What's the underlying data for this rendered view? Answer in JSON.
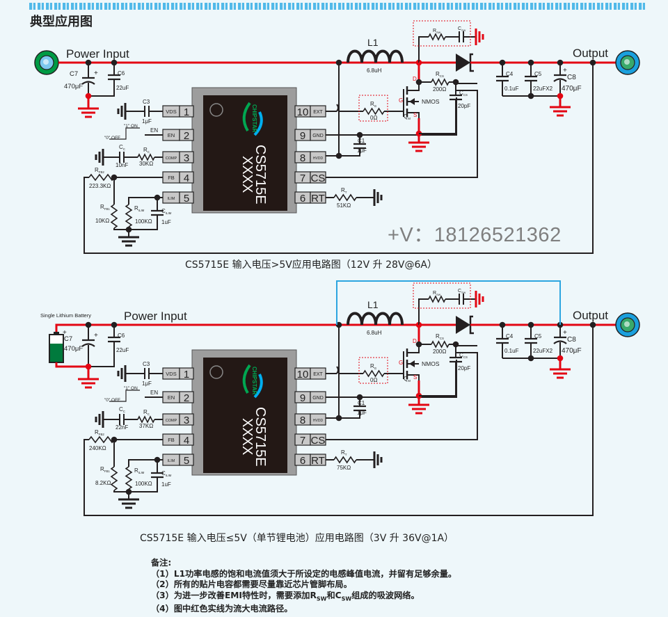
{
  "page": {
    "heading": "典型应用图",
    "watermark": "+V：18126521362"
  },
  "colors": {
    "high_current_path": "#e30613",
    "wire": "#231f20",
    "feedback_path_blue": "#2ca5e0",
    "chip_body": "#231815",
    "chip_frame": "#9d9d9d",
    "input_terminal_ring": "#009a44",
    "output_terminal_ring": "#1aa0dd",
    "logo_green": "#00a651",
    "logo_blue": "#00aeef"
  },
  "chip": {
    "part": "CS5715E",
    "marking": "XXXX",
    "logo": "CHIPSTAR",
    "pins_left": [
      {
        "num": "1",
        "name": "VDS"
      },
      {
        "num": "2",
        "name": "EN"
      },
      {
        "num": "3",
        "name": "COMP"
      },
      {
        "num": "4",
        "name": "FB"
      },
      {
        "num": "5",
        "name": "ILIM"
      }
    ],
    "pins_right": [
      {
        "num": "10",
        "name": "EXT"
      },
      {
        "num": "9",
        "name": "GND"
      },
      {
        "num": "8",
        "name": "HVDD"
      },
      {
        "num": "7",
        "name": "CS"
      },
      {
        "num": "6",
        "name": "RT"
      }
    ]
  },
  "labels": {
    "power_input": "Power Input",
    "output": "Output",
    "battery": "Single Lithium Battery",
    "en_on": "\"1\" ON",
    "en_off": "\"0\" OFF",
    "en_net": "EN",
    "nmos": "NMOS",
    "gate": "G",
    "drain": "D",
    "source": "S",
    "plus": "+"
  },
  "circuits": [
    {
      "caption": "CS5715E 输入电压>5V应用电路图（12V 升 28V@6A）",
      "components": {
        "C7": {
          "name": "C7",
          "value": "470μF"
        },
        "C6": {
          "name": "C6",
          "value": "22uF"
        },
        "C3": {
          "name": "C3",
          "value": "1μF"
        },
        "CC": {
          "name": "C",
          "sub": "C",
          "value": "10nF"
        },
        "RC": {
          "name": "R",
          "sub": "C",
          "value": "30KΩ"
        },
        "RFB2": {
          "name": "R",
          "sub": "FB2",
          "value": "223.3KΩ"
        },
        "RFB1": {
          "name": "R",
          "sub": "FB1",
          "value": "10KΩ"
        },
        "RILIM": {
          "name": "R",
          "sub": "ILIM",
          "value": "100KΩ"
        },
        "CILIM": {
          "name": "C",
          "sub": "ILIM",
          "value": "1uF"
        },
        "L1": {
          "name": "L1",
          "value": "6.8uH"
        },
        "RSW": {
          "name": "R",
          "sub": "SW"
        },
        "CSW": {
          "name": "C",
          "sub": "SW"
        },
        "RCS": {
          "name": "R",
          "sub": "CS",
          "value": "200Ω"
        },
        "CCS": {
          "name": "C",
          "sub": "CS",
          "value": "20pF"
        },
        "RG": {
          "name": "R",
          "sub": "G",
          "value": "0Ω"
        },
        "QM": {
          "name": "Q",
          "sub": "M"
        },
        "C1": {
          "name": "C1",
          "value": "1μF"
        },
        "RT": {
          "name": "R",
          "sub": "T",
          "value": "51KΩ"
        },
        "C4": {
          "name": "C4",
          "value": "0.1uF"
        },
        "C5": {
          "name": "C5",
          "value": "22uFX2"
        },
        "C8": {
          "name": "C8",
          "value": "470μF"
        }
      }
    },
    {
      "caption": "CS5715E 输入电压≤5V（单节锂电池）应用电路图（3V 升 36V@1A）",
      "components": {
        "C7": {
          "name": "C7",
          "value": "470μF"
        },
        "C6": {
          "name": "C6",
          "value": "22uF"
        },
        "C3": {
          "name": "C3",
          "value": "1μF"
        },
        "CC": {
          "name": "C",
          "sub": "C",
          "value": "22nF"
        },
        "RC": {
          "name": "R",
          "sub": "C",
          "value": "37KΩ"
        },
        "RFB2": {
          "name": "R",
          "sub": "FB2",
          "value": "240KΩ"
        },
        "RFB1": {
          "name": "R",
          "sub": "FB1",
          "value": "8.2KΩ"
        },
        "RILIM": {
          "name": "R",
          "sub": "ILIM",
          "value": "100KΩ"
        },
        "CILIM": {
          "name": "C",
          "sub": "ILIM",
          "value": "1uF"
        },
        "L1": {
          "name": "L1",
          "value": "6.8uH"
        },
        "RSW": {
          "name": "R",
          "sub": "SW"
        },
        "CSW": {
          "name": "C",
          "sub": "SW"
        },
        "RCS": {
          "name": "R",
          "sub": "CS",
          "value": "200Ω"
        },
        "CCS": {
          "name": "C",
          "sub": "CS",
          "value": "20pF"
        },
        "RG": {
          "name": "R",
          "sub": "G",
          "value": "0Ω"
        },
        "QM": {
          "name": "Q",
          "sub": "M"
        },
        "C1": {
          "name": "C1",
          "value": "1μF"
        },
        "RT": {
          "name": "R",
          "sub": "T",
          "value": "75KΩ"
        },
        "C4": {
          "name": "C4",
          "value": "0.1uF"
        },
        "C5": {
          "name": "C5",
          "value": "22uFX2"
        },
        "C8": {
          "name": "C8",
          "value": "470μF"
        }
      }
    }
  ],
  "notes": {
    "title": "备注:",
    "items": [
      "（1）L1功率电感的饱和电流值须大于所设定的电感峰值电流，并留有足够余量。",
      "（2）所有的贴片电容都需要尽量靠近芯片管脚布局。",
      {
        "pre": "（3）为进一步改善EMI特性时，需要添加R",
        "sub1": "SW",
        "mid": "和C",
        "sub2": "SW",
        "post": "组成的吸波网络。"
      },
      "（4）图中红色实线为流大电流路径。"
    ]
  }
}
